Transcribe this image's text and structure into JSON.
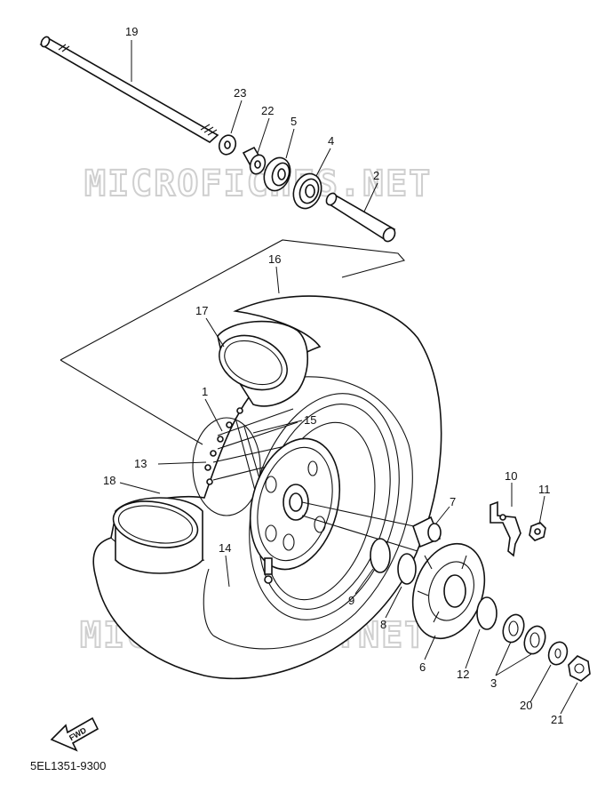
{
  "watermark_text": "MICROFICHES.NET",
  "diagram_code": "5EL1351-9300",
  "fwd_label": "FWD",
  "callouts": [
    {
      "id": "c19",
      "text": "19"
    },
    {
      "id": "c23",
      "text": "23"
    },
    {
      "id": "c22",
      "text": "22"
    },
    {
      "id": "c5",
      "text": "5"
    },
    {
      "id": "c4",
      "text": "4"
    },
    {
      "id": "c2",
      "text": "2"
    },
    {
      "id": "c16",
      "text": "16"
    },
    {
      "id": "c17",
      "text": "17"
    },
    {
      "id": "c1",
      "text": "1"
    },
    {
      "id": "c15",
      "text": "15"
    },
    {
      "id": "c13",
      "text": "13"
    },
    {
      "id": "c18",
      "text": "18"
    },
    {
      "id": "c14",
      "text": "14"
    },
    {
      "id": "c10",
      "text": "10"
    },
    {
      "id": "c11",
      "text": "11"
    },
    {
      "id": "c7",
      "text": "7"
    },
    {
      "id": "c9",
      "text": "9"
    },
    {
      "id": "c8",
      "text": "8"
    },
    {
      "id": "c6",
      "text": "6"
    },
    {
      "id": "c12",
      "text": "12"
    },
    {
      "id": "c3",
      "text": "3"
    },
    {
      "id": "c20",
      "text": "20"
    },
    {
      "id": "c21",
      "text": "21"
    }
  ]
}
